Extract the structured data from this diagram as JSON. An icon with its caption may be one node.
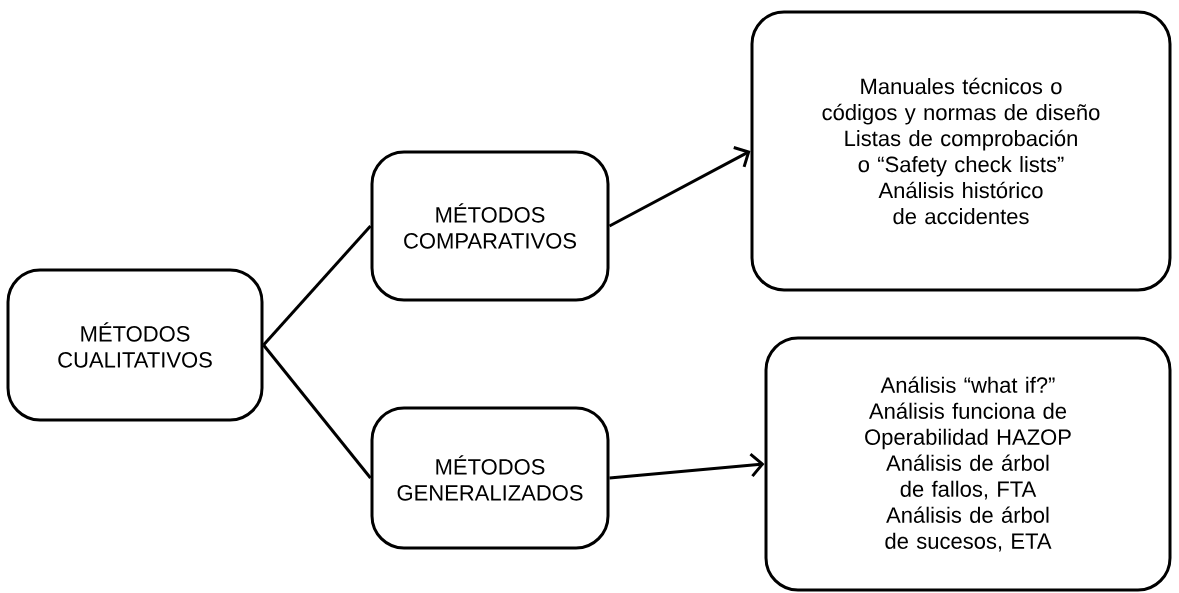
{
  "diagram": {
    "nodes": [
      {
        "text": [
          "MÉTODOS CUALITATIVOS"
        ]
      },
      {
        "text": [
          "MÉTODOS COMPARATIVOS"
        ]
      },
      {
        "text": [
          "Manuales técnicos o códigos y normas de diseño",
          "Listas de comprobación o “Safety check lists”",
          "Análisis histórico de accidentes"
        ]
      },
      {
        "text": [
          "MÉTODOS GENERALIZADOS"
        ]
      },
      {
        "text": [
          "Análisis “what if?”",
          "Análisis funciona de Operabilidad HAZOP",
          "Análisis de árbol de fallos, FTA",
          "Análisis de árbol de sucesos, ETA"
        ]
      }
    ],
    "edges": [
      {
        "from": 0,
        "to": 1,
        "arrow": "none"
      },
      {
        "from": 0,
        "to": 3,
        "arrow": "none"
      },
      {
        "from": 1,
        "to": 2,
        "arrow": "to"
      },
      {
        "from": 3,
        "to": 4,
        "arrow": "to"
      }
    ]
  }
}
